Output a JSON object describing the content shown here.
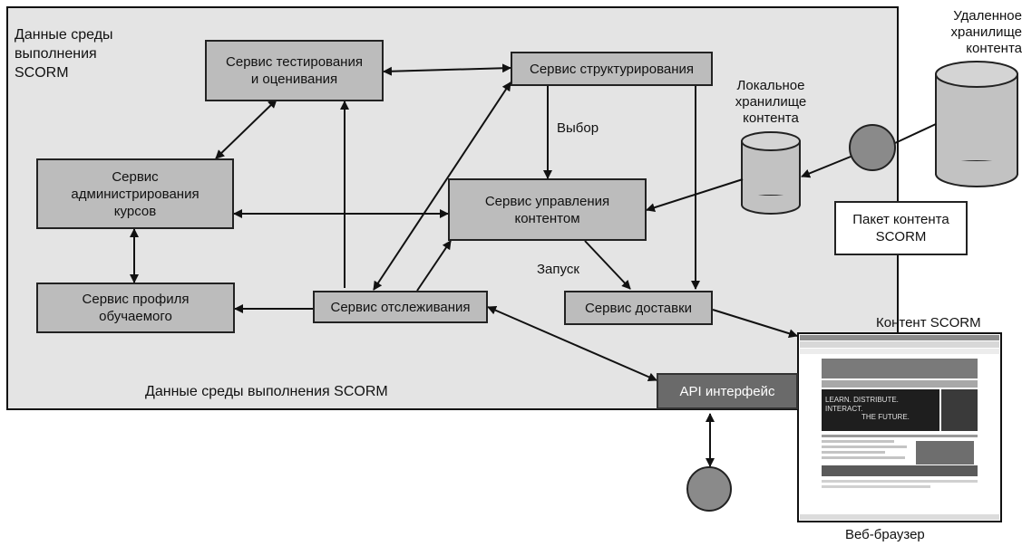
{
  "env": {
    "title": "Данные среды\nвыполнения\nSCORM",
    "footer": "Данные среды выполнения SCORM"
  },
  "services": {
    "testing": "Сервис тестирования\nи оценивания",
    "structuring": "Сервис структурирования",
    "course_admin": "Сервис\nадминистрирования\nкурсов",
    "content_mgmt": "Сервис управления\nконтентом",
    "learner_profile": "Сервис профиля\nобучаемого",
    "tracking": "Сервис отслеживания",
    "delivery": "Сервис доставки"
  },
  "labels": {
    "select": "Выбор",
    "launch": "Запуск",
    "local_repo": "Локальное\nхранилище\nконтента",
    "remote_repo": "Удаленное\nхранилище\nконтента",
    "package": "Пакет контента\nSCORM",
    "api": "API интерфейс",
    "scorm_content": "Контент SCORM",
    "browser": "Веб-браузер"
  },
  "browser_screen": {
    "banner_text_1": "LEARN. DISTRIBUTE. INTERACT.",
    "banner_text_2": "THE FUTURE."
  },
  "colors": {
    "environment_bg": "#e4e4e4",
    "service_box": "#bcbcbc",
    "api_box": "#6a6a6a",
    "cylinder": "#c2c2c2",
    "connector_circle": "#8a8a8a"
  }
}
